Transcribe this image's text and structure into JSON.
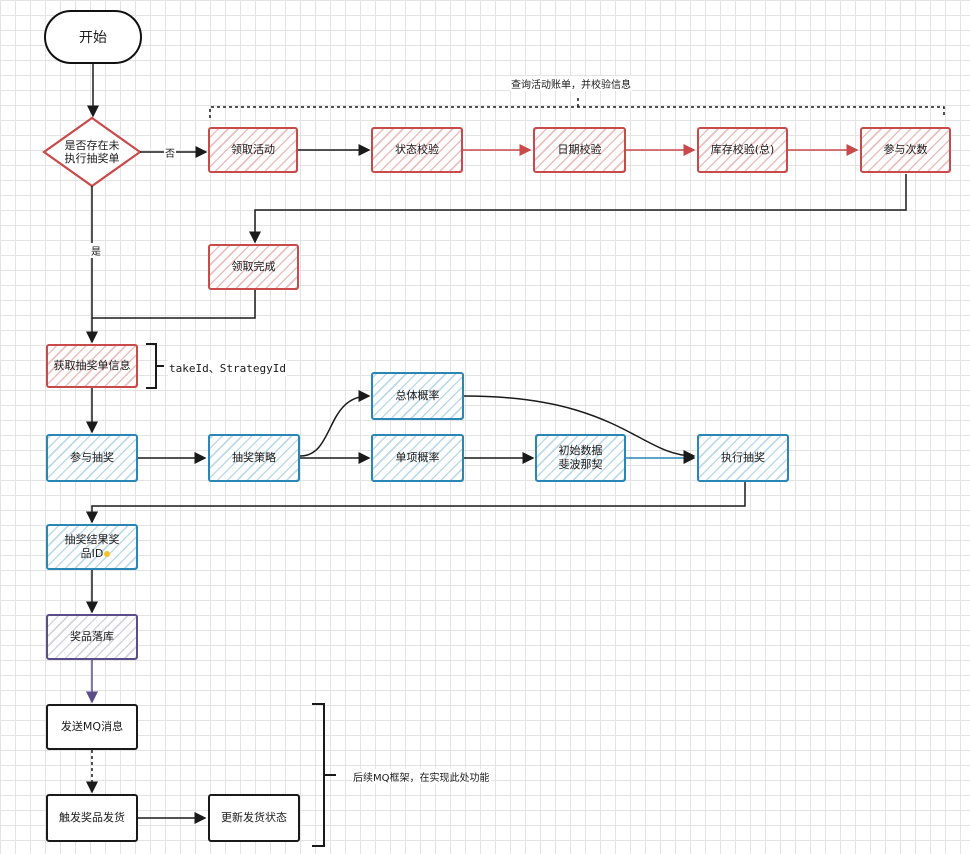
{
  "start": "开始",
  "decision": "是否存在未执行抽奖单",
  "edge_labels": {
    "no": "否",
    "yes": "是"
  },
  "top_bracket_label": "查询活动账单，并校验信息",
  "take_nodes": [
    "领取活动",
    "状态校验",
    "日期校验",
    "库存校验(总)",
    "参与次数"
  ],
  "take_done": "领取完成",
  "get_order": "获取抽奖单信息",
  "get_order_note": "takeId、StrategyId",
  "participate": "参与抽奖",
  "strategy": "抽奖策略",
  "overall_prob": "总体概率",
  "single_prob": "单项概率",
  "init_data": "初始数据斐波那契",
  "execute": "执行抽奖",
  "result": "抽奖结果奖品ID",
  "persist": "奖品落库",
  "send_mq": "发送MQ消息",
  "trigger_ship": "触发奖品发货",
  "update_status": "更新发货状态",
  "bottom_bracket_label": "后续MQ框架，在实现此处功能",
  "colors": {
    "red": "#c94a4a",
    "blue": "#2a86b5",
    "purple": "#5b4d8a",
    "black": "#1a1a1a"
  }
}
